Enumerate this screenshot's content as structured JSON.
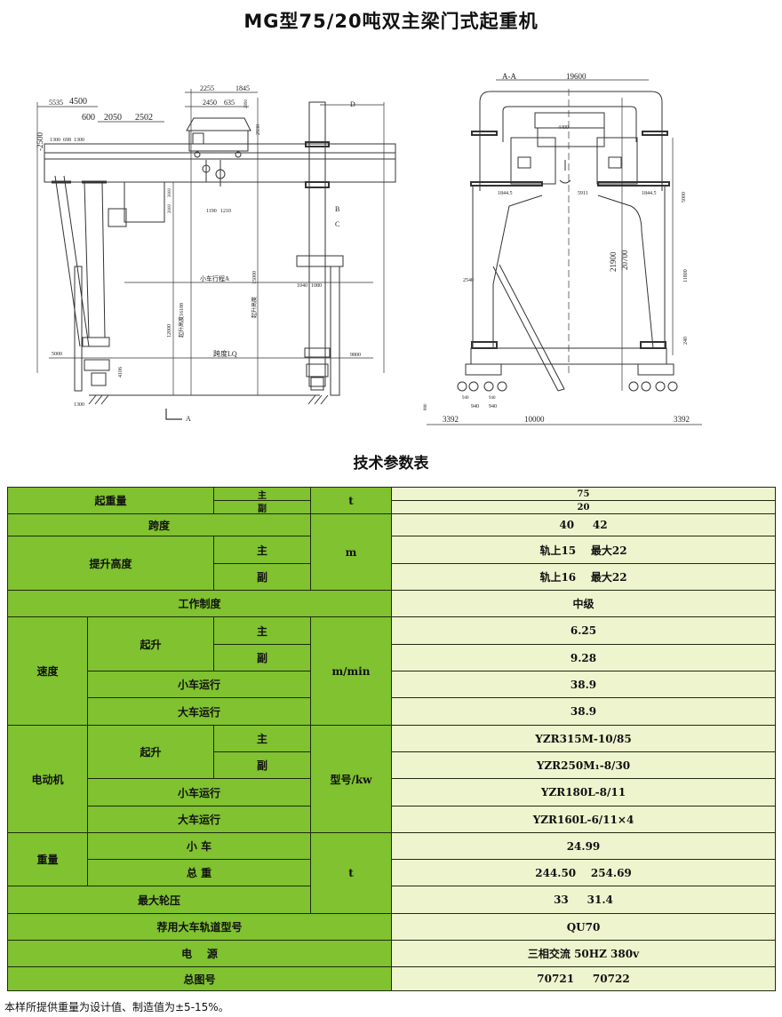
{
  "title": "MG型75/20吨双主梁门式起重机",
  "drawing": {
    "side_view": {
      "dims": [
        "5535",
        "4500",
        "600",
        "2050",
        "2502",
        "-2500",
        "1300",
        "698",
        "1300",
        "2255",
        "1845",
        "2450",
        "635",
        "2990",
        "2930",
        "D",
        "B",
        "C",
        "3000",
        "2000",
        "1190",
        "1210",
        "小车行程A",
        "15000",
        "起升高度",
        "12000",
        "起升高度16188",
        "1040",
        "1080",
        "5000",
        "跨度LQ",
        "9800",
        "4106",
        "1300",
        "A"
      ]
    },
    "section_view": {
      "dims": [
        "A-A",
        "19600",
        "4400",
        "1844.5",
        "5911",
        "1844.5",
        "5000",
        "21900",
        "20700",
        "11800",
        "2540",
        "240",
        "880",
        "940",
        "940",
        "940",
        "940",
        "3392",
        "10000",
        "3392"
      ]
    }
  },
  "table_title": "技术参数表",
  "table": {
    "labels": {
      "lifting_capacity": "起重量",
      "main": "主",
      "aux": "副",
      "unit_t": "t",
      "span": "跨度",
      "lift_height": "提升高度",
      "unit_m": "m",
      "work_duty": "工作制度",
      "speed": "速度",
      "hoist": "起升",
      "trolley_travel": "小车运行",
      "crane_travel": "大车运行",
      "unit_mmin": "m/min",
      "motor": "电动机",
      "unit_model_kw": "型号/kw",
      "weight": "重量",
      "trolley": "小 车",
      "total_weight": "总 重",
      "max_wheel_load": "最大轮压",
      "rail_type": "荐用大车轨道型号",
      "power": "电    源",
      "drawing_no": "总图号"
    },
    "values": {
      "capacity_main": "75",
      "capacity_aux": "20",
      "span": "40     42",
      "lift_height_main": "轨上15    最大22",
      "lift_height_aux": "轨上16    最大22",
      "work_duty": "中级",
      "speed_hoist_main": "6.25",
      "speed_hoist_aux": "9.28",
      "speed_trolley": "38.9",
      "speed_crane": "38.9",
      "motor_hoist_main": "YZR315M-10/85",
      "motor_hoist_aux": "YZR250M₁-8/30",
      "motor_trolley": "YZR180L-8/11",
      "motor_crane": "YZR160L-6/11×4",
      "weight_trolley": "24.99",
      "weight_total": "244.50    254.69",
      "max_wheel_load": "33     31.4",
      "rail_type": "QU70",
      "power": "三相交流 50HZ 380v",
      "drawing_no": "70721     70722"
    }
  },
  "footnote": "本样所提供重量为设计值、制造值为±5-15%。",
  "colors": {
    "label_green": "#80c22f",
    "value_bg": "#eef4cd",
    "grid": "#1d2a12"
  }
}
